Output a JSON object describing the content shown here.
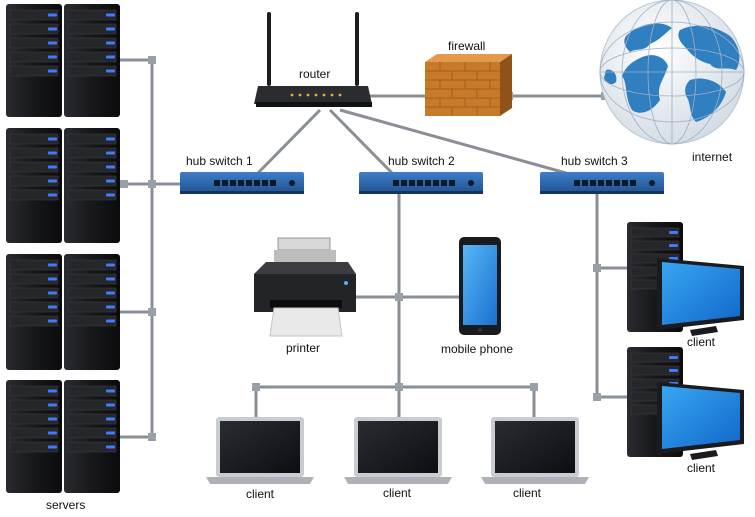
{
  "labels": {
    "router": "router",
    "firewall": "firewall",
    "internet": "internet",
    "hub_switch_1": "hub switch 1",
    "hub_switch_2": "hub switch 2",
    "hub_switch_3": "hub switch 3",
    "printer": "printer",
    "mobile_phone": "mobile phone",
    "servers": "servers",
    "client_right_top": "client",
    "client_right_bottom": "client",
    "client_laptop_1": "client",
    "client_laptop_2": "client",
    "client_laptop_3": "client"
  },
  "colors": {
    "cable": "#8a8f96",
    "switch_blue": "#2c64a8",
    "server_body": "#1b1b1e",
    "server_led": "#3f7bff",
    "brick": "#c77a2a",
    "ocean": "#e9eef3",
    "land": "#2f7fc1",
    "screen": "#121317"
  }
}
